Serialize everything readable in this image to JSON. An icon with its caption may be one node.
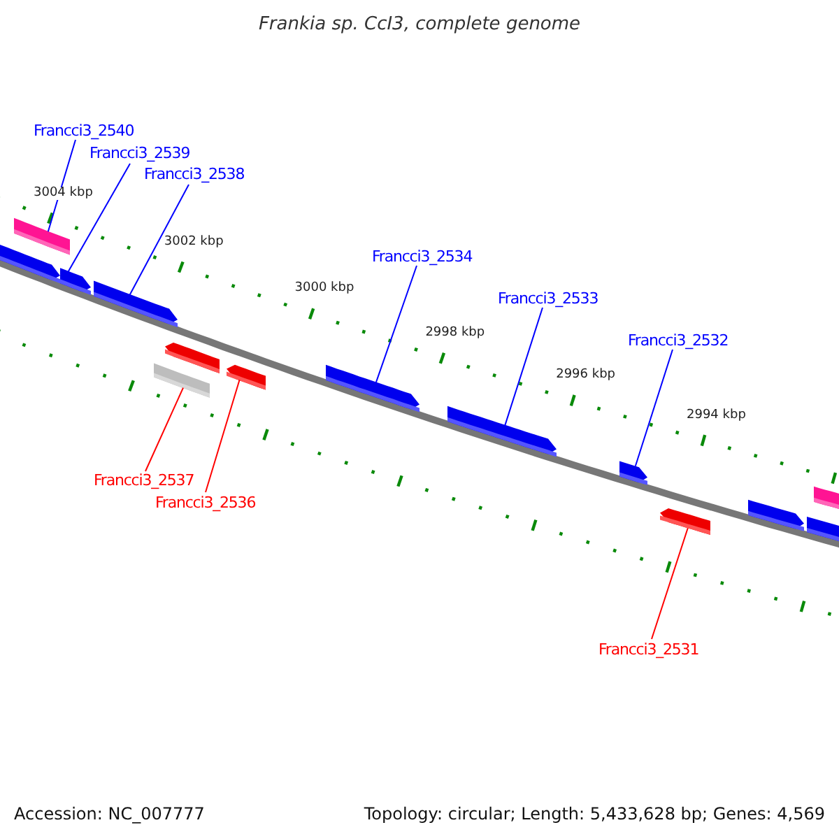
{
  "diagram": {
    "title": "Frankia sp. CcI3, complete genome",
    "nodes": [
      {
        "text": [
          "Francci3_2540"
        ]
      },
      {
        "text": [
          "Francci3_2539"
        ]
      },
      {
        "text": [
          "Francci3_2538"
        ]
      },
      {
        "text": [
          "Francci3_2534"
        ]
      },
      {
        "text": [
          "Francci3_2533"
        ]
      },
      {
        "text": [
          "Francci3_2532"
        ]
      },
      {
        "text": [
          "Francci3_2537"
        ]
      },
      {
        "text": [
          "Francci3_2536"
        ]
      },
      {
        "text": [
          "Francci3_2531"
        ]
      },
      {
        "text": [],
        "shape": "arrow"
      },
      {
        "text": [],
        "shape": "bar"
      },
      {
        "text": [],
        "shape": "arrow"
      },
      {
        "text": [],
        "shape": "arrow"
      },
      {
        "text": [],
        "shape": "bar"
      },
      {
        "text": [],
        "shape": "arrow"
      },
      {
        "text": [],
        "shape": "arrow"
      },
      {
        "text": [],
        "shape": "arrow"
      },
      {
        "text": [],
        "shape": "arrow"
      },
      {
        "text": [],
        "shape": "arrow"
      },
      {
        "text": [],
        "shape": "arrow"
      },
      {
        "text": [],
        "shape": "arrow"
      },
      {
        "text": [],
        "shape": "arrow"
      },
      {
        "text": [],
        "shape": "bar"
      }
    ],
    "edges": [
      {
        "from": 0,
        "to": 10,
        "arrow": "none"
      },
      {
        "from": 1,
        "to": 11,
        "arrow": "none"
      },
      {
        "from": 2,
        "to": 12,
        "arrow": "none"
      },
      {
        "from": 3,
        "to": 16,
        "arrow": "none"
      },
      {
        "from": 4,
        "to": 17,
        "arrow": "none"
      },
      {
        "from": 5,
        "to": 18,
        "arrow": "none"
      },
      {
        "from": 6,
        "to": 13,
        "arrow": "none",
        "color": "#ff0000"
      },
      {
        "from": 7,
        "to": 15,
        "arrow": "none",
        "color": "#ff0000"
      },
      {
        "from": 8,
        "to": 19,
        "arrow": "none",
        "color": "#ff0000"
      }
    ],
    "labels": [
      "3004 kbp",
      "3002 kbp",
      "3000 kbp",
      "2998 kbp",
      "2996 kbp",
      "2994 kbp",
      "Accession: NC_007777",
      "Topology: circular; Length: 5,433,628 bp; Genes: 4,569"
    ]
  }
}
